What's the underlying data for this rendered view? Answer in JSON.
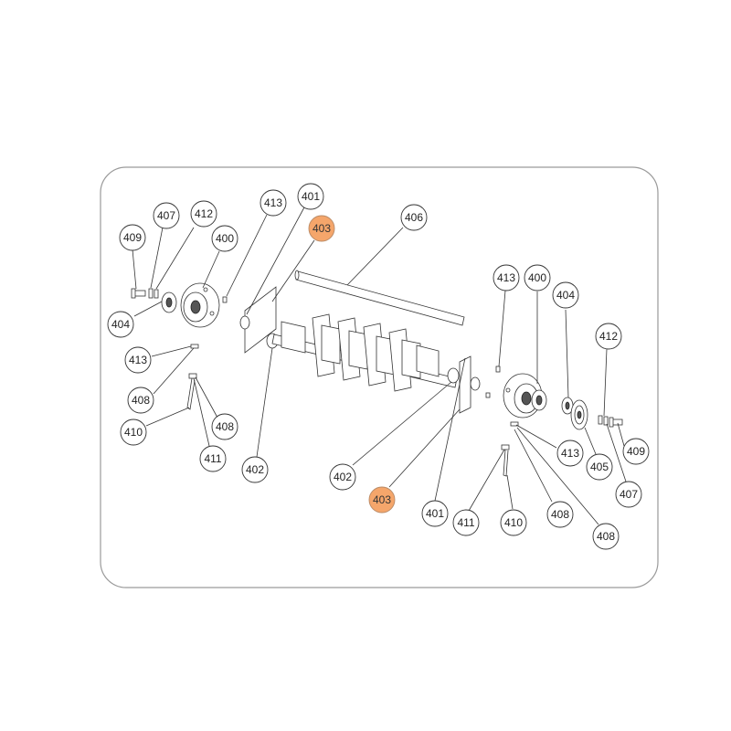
{
  "colors": {
    "highlight": "#f5a66b",
    "line": "#333333",
    "frame": "#9a9a9a"
  },
  "callouts": [
    {
      "label": "409",
      "highlight": false
    },
    {
      "label": "407",
      "highlight": false
    },
    {
      "label": "412",
      "highlight": false
    },
    {
      "label": "400",
      "highlight": false
    },
    {
      "label": "413",
      "highlight": false
    },
    {
      "label": "401",
      "highlight": false
    },
    {
      "label": "403",
      "highlight": true
    },
    {
      "label": "406",
      "highlight": false
    },
    {
      "label": "404",
      "highlight": false
    },
    {
      "label": "413",
      "highlight": false
    },
    {
      "label": "408",
      "highlight": false
    },
    {
      "label": "410",
      "highlight": false
    },
    {
      "label": "411",
      "highlight": false
    },
    {
      "label": "408",
      "highlight": false
    },
    {
      "label": "402",
      "highlight": false
    },
    {
      "label": "413",
      "highlight": false
    },
    {
      "label": "400",
      "highlight": false
    },
    {
      "label": "404",
      "highlight": false
    },
    {
      "label": "412",
      "highlight": false
    },
    {
      "label": "413",
      "highlight": false
    },
    {
      "label": "409",
      "highlight": false
    },
    {
      "label": "405",
      "highlight": false
    },
    {
      "label": "407",
      "highlight": false
    },
    {
      "label": "402",
      "highlight": false
    },
    {
      "label": "403",
      "highlight": true
    },
    {
      "label": "401",
      "highlight": false
    },
    {
      "label": "411",
      "highlight": false
    },
    {
      "label": "410",
      "highlight": false
    },
    {
      "label": "408",
      "highlight": false
    },
    {
      "label": "408",
      "highlight": false
    }
  ]
}
